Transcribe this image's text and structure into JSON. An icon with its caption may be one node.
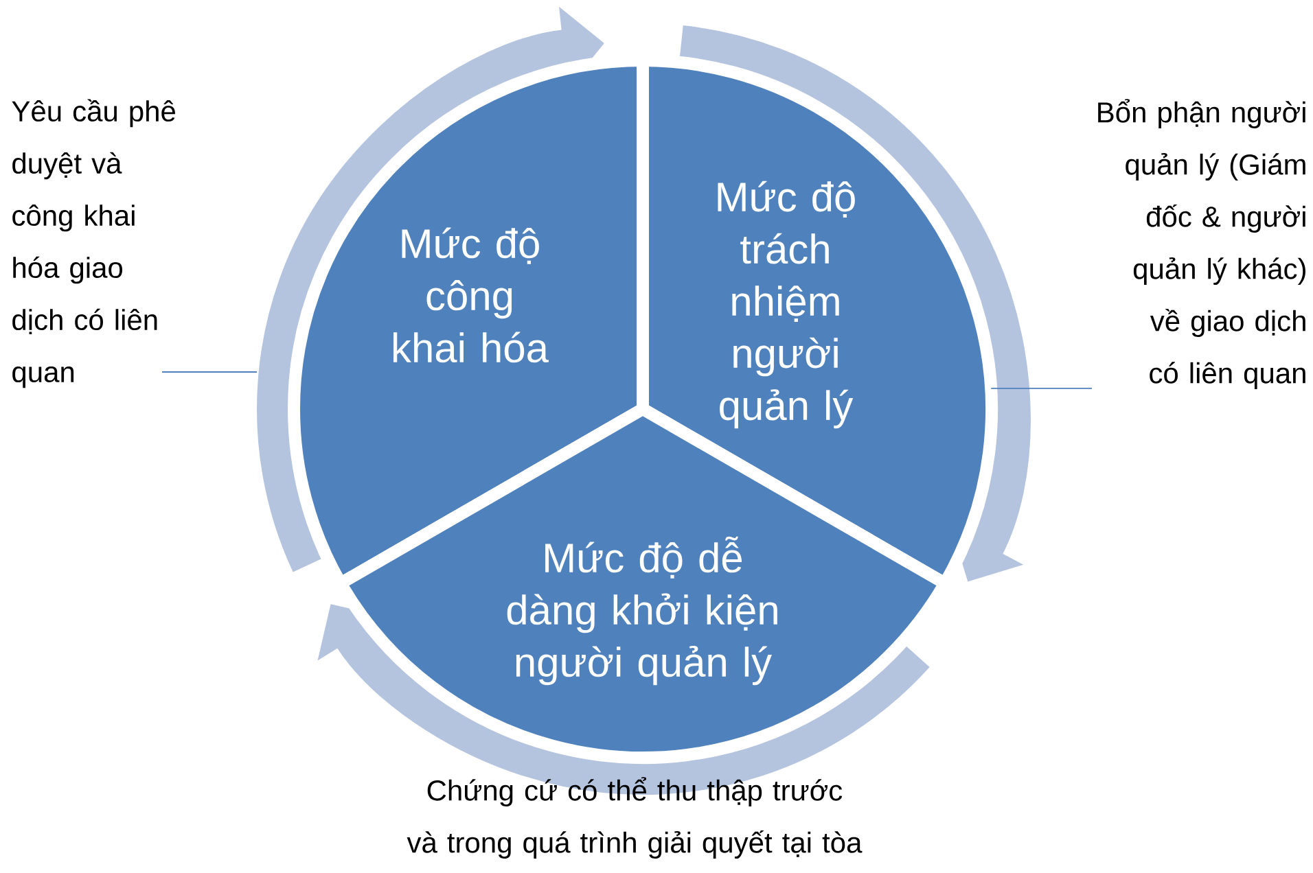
{
  "diagram": {
    "nodes": [
      {
        "text": [
          "Mức độ công khai hóa"
        ]
      },
      {
        "text": [
          "Mức độ trách nhiệm người quản lý"
        ]
      },
      {
        "text": [
          "Mức độ dễ dàng khởi kiện người quản lý"
        ],
        "beside": [
          "Chứng cứ có thể thu thập trước và trong quá trình giải quyết tại tòa"
        ]
      },
      {
        "text": [
          "Yêu cầu phê duyệt và công khai hóa giao dịch có liên quan"
        ]
      },
      {
        "text": [
          "Bổn phận người quản lý (Giám đốc & người quản lý khác) về giao dịch có liên quan"
        ]
      }
    ],
    "edges": [
      {
        "from": 3,
        "to": null,
        "arrow": "none"
      },
      {
        "from": 4,
        "to": 1,
        "arrow": "none"
      }
    ]
  }
}
